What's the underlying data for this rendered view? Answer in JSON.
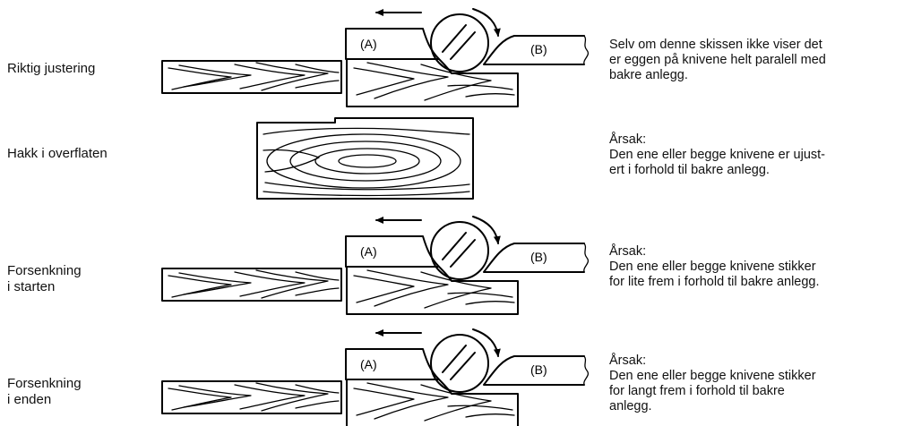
{
  "rows": [
    {
      "label_lines": [
        "Riktig justering"
      ],
      "desc_lines": [
        "Selv om denne skissen ikke viser det",
        "er eggen på knivene helt paralell med",
        "bakre anlegg."
      ]
    },
    {
      "label_lines": [
        "Hakk i overflaten"
      ],
      "desc_lines": [
        "Årsak:",
        "Den ene eller begge knivene er ujust-",
        "ert i forhold til bakre anlegg."
      ]
    },
    {
      "label_lines": [
        "Forsenkning",
        "i starten"
      ],
      "desc_lines": [
        "Årsak:",
        "Den ene eller begge knivene stikker",
        "for lite frem i forhold til bakre anlegg."
      ]
    },
    {
      "label_lines": [
        "Forsenkning",
        "i enden"
      ],
      "desc_lines": [
        "Årsak:",
        "Den ene eller begge knivene stikker",
        "for langt frem i forhold til bakre",
        "anlegg."
      ]
    }
  ],
  "knife_labels": {
    "front": "(A)",
    "back": "(B)"
  }
}
